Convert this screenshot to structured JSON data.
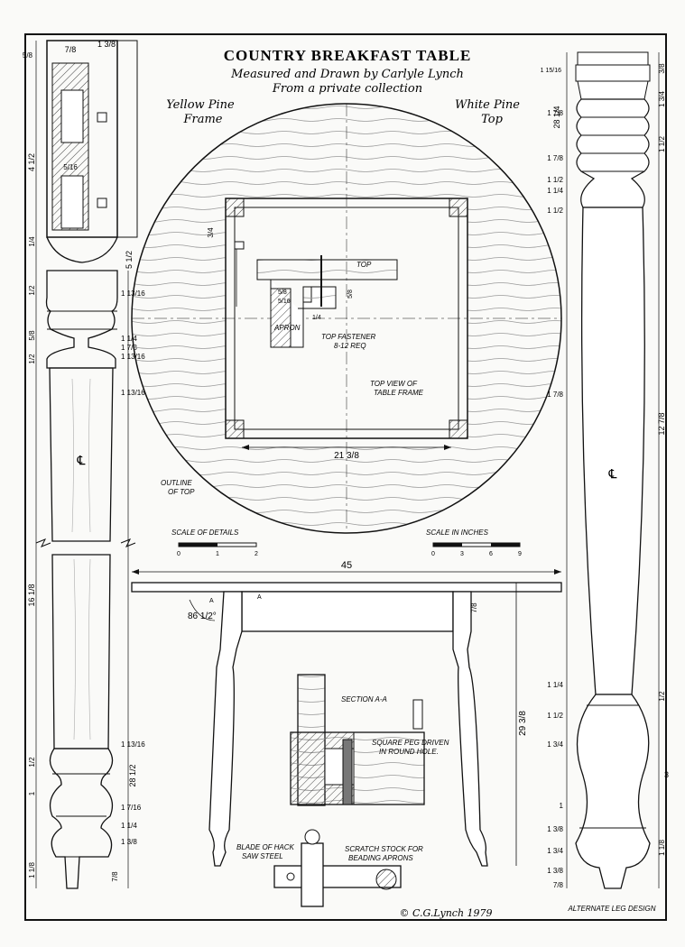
{
  "header": {
    "title": "COUNTRY BREAKFAST TABLE",
    "subtitle1": "Measured and Drawn by Carlyle Lynch",
    "subtitle2": "From a private collection"
  },
  "top_view": {
    "frame_wood_1": "Yellow Pine",
    "frame_wood_2": "Frame",
    "top_wood_1": "White Pine",
    "top_wood_2": "Top",
    "top_label": "TOP",
    "apron_label": "APRON",
    "fastener_1": "TOP FASTENER",
    "fastener_2": "8-12 REQ",
    "topview_1": "TOP VIEW OF",
    "topview_2": "TABLE FRAME",
    "outline_1": "OUTLINE",
    "outline_2": "OF TOP",
    "dim_frame": "21 3/8",
    "dim_corner": "3/4",
    "dim_fast_a": "5/8",
    "dim_fast_b": "5/16",
    "dim_fast_c": "5/8",
    "dim_fast_d": "1/4"
  },
  "scales": {
    "details_label": "SCALE OF DETAILS",
    "details_ticks": [
      "0",
      "1",
      "2"
    ],
    "inches_label": "SCALE IN INCHES",
    "inches_ticks": [
      "0",
      "3",
      "6",
      "9"
    ]
  },
  "elevation": {
    "width": "45",
    "angle": "86 1/2°",
    "apron_h": "7/8",
    "height": "29 3/8",
    "section_label": "SECTION A-A",
    "peg_1": "SQUARE PEG DRIVEN",
    "peg_2": "IN ROUND HOLE.",
    "marker": "A"
  },
  "scratch": {
    "blade_1": "BLADE OF HACK",
    "blade_2": "SAW STEEL",
    "stock_1": "SCRATCH STOCK FOR",
    "stock_2": "BEADING APRONS"
  },
  "left_leg": {
    "top_w": "7/8",
    "top_w2": "1 3/8",
    "top_h": "5/8",
    "block": "4 1/2",
    "mortise": "5/16",
    "gap": "1/4",
    "block2": "5 1/2",
    "d1": "1/2",
    "d2": "1 13/16",
    "d3": "5/8",
    "d4": "1 1/4",
    "d5": "1/2",
    "d6": "1 7/8",
    "d7": "1 13/16",
    "d8": "1 13/16",
    "mid_len": "16 1/8",
    "d9": "1 13/16",
    "d10": "1/2",
    "d11": "1",
    "d12": "1 7/16",
    "d13": "1 1/4",
    "d14": "1 3/8",
    "d15": "7/8",
    "d16": "1 1/8",
    "total": "28 1/2",
    "cl": "℄"
  },
  "right_leg": {
    "a1": "1 15/16",
    "a2": "3/8",
    "a3": "28 1/4",
    "a4": "1 7/8",
    "a5": "1 3/4",
    "a6": "1 7/8",
    "a7": "1 1/2",
    "a8": "1 1/2",
    "a9": "1 1/4",
    "a10": "1 1/2",
    "a11": "1 7/8",
    "a12": "12 7/8",
    "a13": "1 1/4",
    "a14": "1/2",
    "a15": "1 1/2",
    "a16": "1 3/4",
    "a17": "3",
    "a18": "1",
    "a19": "1 3/8",
    "a20": "1 3/4",
    "a21": "1 1/8",
    "a22": "1 3/8",
    "a23": "7/8",
    "cl": "℄"
  },
  "footer": {
    "signature": "© C.G.Lynch 1979",
    "alt": "ALTERNATE LEG DESIGN"
  }
}
